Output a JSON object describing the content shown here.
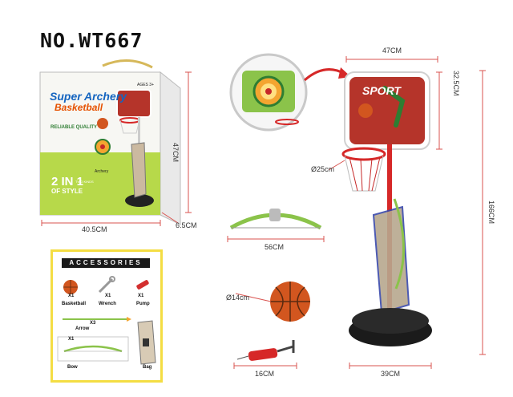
{
  "model_number": "NO.WT667",
  "box": {
    "brand_line1": "Super Archery",
    "brand_line2": "Basketball",
    "age": "AGES 3+",
    "quality": "RELIABLE QUALITY",
    "archery_label": "Archery",
    "two_in_one": "2 IN 1",
    "two_kinds": "TWO KINDS",
    "of_style": "OF STYLE",
    "width_dim": "40.5CM",
    "height_dim": "47CM",
    "depth_dim": "6.5CM"
  },
  "accessories": {
    "title": "ACCESSORIES",
    "items": [
      {
        "label": "Basketball",
        "qty": "X1"
      },
      {
        "label": "Wrench",
        "qty": "X1"
      },
      {
        "label": "Pump",
        "qty": "X1"
      },
      {
        "label": "Arrow",
        "qty": "X3"
      },
      {
        "label": "Bag",
        "qty": ""
      },
      {
        "label": "Bow",
        "qty": "X1"
      }
    ]
  },
  "product": {
    "backboard_text": "SPORT",
    "backboard_width": "47CM",
    "backboard_height": "32.5CM",
    "rim_diameter": "Ø25cm",
    "total_height": "166CM",
    "base_width": "39CM",
    "bow_length": "56CM",
    "ball_diameter": "Ø14cm",
    "pump_length": "16CM"
  },
  "colors": {
    "accent_red": "#d9534f",
    "box_yellow": "#f4dd43",
    "backboard": "#b5342a",
    "ball": "#d2561f",
    "bow_green": "#8bc34a"
  }
}
